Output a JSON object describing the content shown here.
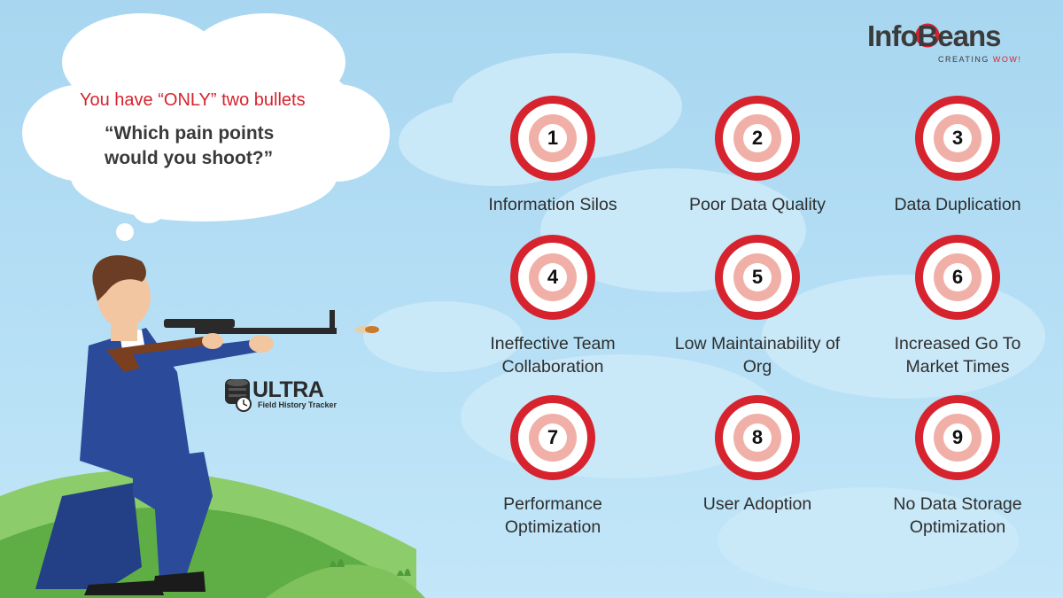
{
  "bubble": {
    "line1": "You have “ONLY” two bullets",
    "line2": "“Which pain points would you shoot?”"
  },
  "logo": {
    "name": "InfoBeans",
    "tagline_prefix": "CREATING ",
    "tagline_accent": "WOW!"
  },
  "badge": {
    "title": "ULTRA",
    "subtitle": "Field History Tracker"
  },
  "colors": {
    "target_red": "#d6232e",
    "target_pink": "#f0b0a8",
    "sky": "#b7e0f6",
    "grass": "#6cb54a",
    "suit": "#2b4a9a"
  },
  "targets": [
    {
      "number": "1",
      "label": "Information Silos"
    },
    {
      "number": "2",
      "label": "Poor Data Quality"
    },
    {
      "number": "3",
      "label": "Data Duplication"
    },
    {
      "number": "4",
      "label": "Ineffective Team Collaboration"
    },
    {
      "number": "5",
      "label": "Low Maintainability of Org"
    },
    {
      "number": "6",
      "label": "Increased Go To Market Times"
    },
    {
      "number": "7",
      "label": "Performance Optimization"
    },
    {
      "number": "8",
      "label": "User Adoption"
    },
    {
      "number": "9",
      "label": "No Data Storage Optimization"
    }
  ]
}
